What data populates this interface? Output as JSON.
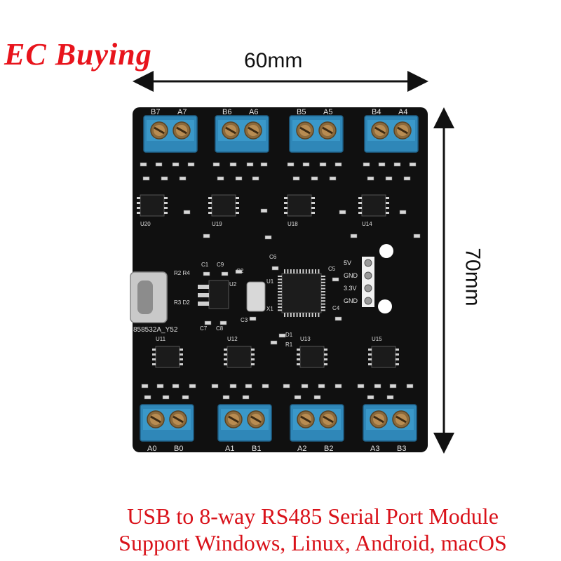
{
  "brand": "EC Buying",
  "dimensions": {
    "width": "60mm",
    "height": "70mm"
  },
  "caption": {
    "line1": "USB to 8-way RS485 Serial Port Module",
    "line2": "Support Windows, Linux, Android, macOS"
  },
  "board": {
    "top_terminals": [
      {
        "left": "B7",
        "right": "A7"
      },
      {
        "left": "B6",
        "right": "A6"
      },
      {
        "left": "B5",
        "right": "A5"
      },
      {
        "left": "B4",
        "right": "A4"
      }
    ],
    "bottom_terminals": [
      {
        "left": "A0",
        "right": "B0"
      },
      {
        "left": "A1",
        "right": "B1"
      },
      {
        "left": "A2",
        "right": "B2"
      },
      {
        "left": "A3",
        "right": "B3"
      }
    ],
    "header_pins": [
      "5V",
      "GND",
      "3.3V",
      "GND"
    ],
    "silkscreen_code": "858532A_Y52",
    "chip_labels_top": [
      "U20",
      "U19",
      "U18",
      "U14"
    ],
    "chip_labels_bottom": [
      "U11",
      "U12",
      "U13",
      "U15"
    ],
    "center_labels": [
      "U2",
      "U1",
      "X1",
      "C1",
      "C9",
      "C2",
      "C6",
      "C5",
      "C4",
      "C3",
      "C7",
      "C8",
      "R2 R4",
      "R3 D2",
      "D1",
      "R1"
    ]
  },
  "colors": {
    "brand_red": "#e8141c",
    "caption_red": "#d9121a",
    "pcb": "#101010",
    "terminal_blue": "#2f87b8"
  }
}
